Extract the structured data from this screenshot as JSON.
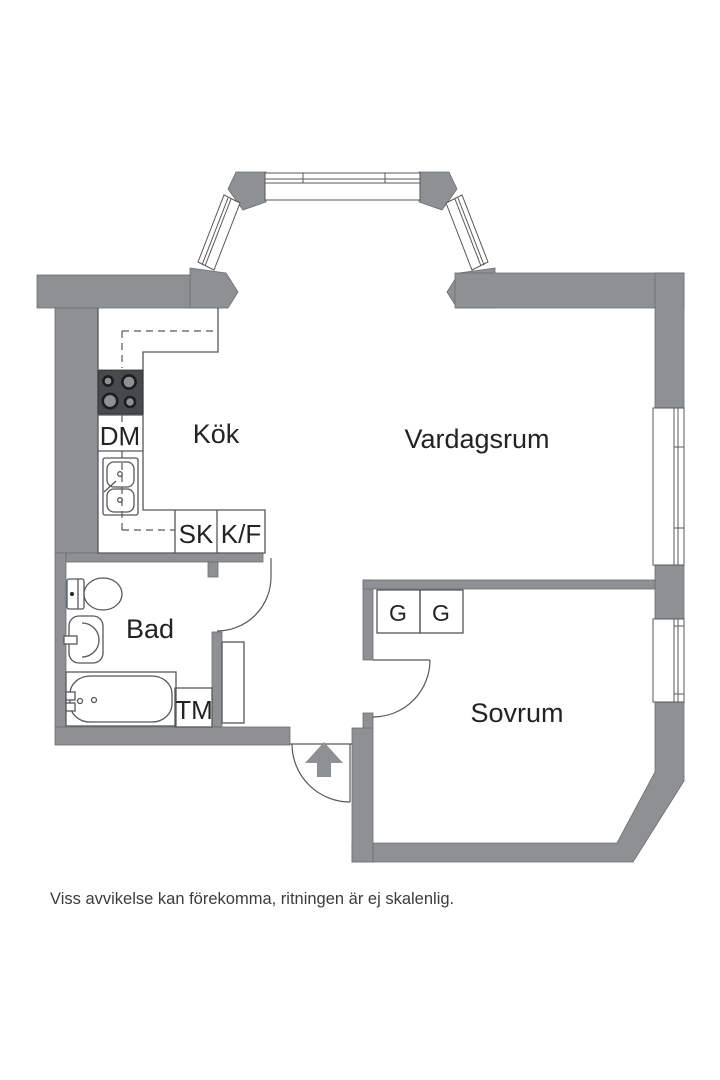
{
  "rooms": {
    "kitchen": {
      "label": "Kök"
    },
    "living_room": {
      "label": "Vardagsrum"
    },
    "bathroom": {
      "label": "Bad"
    },
    "bedroom": {
      "label": "Sovrum"
    }
  },
  "appliances": {
    "dishwasher": {
      "label": "DM"
    },
    "closet": {
      "label": "SK"
    },
    "fridge_freezer": {
      "label": "K/F"
    },
    "washing_machine": {
      "label": "TM"
    },
    "wardrobe_left": {
      "label": "G"
    },
    "wardrobe_right": {
      "label": "G"
    }
  },
  "footer": {
    "disclaimer": "Viss avvikelse kan förekomma, ritningen är ej skalenlig."
  },
  "colors": {
    "wall": "#8e9194",
    "line": "#55585b",
    "stove": "#48494b",
    "text": "#232323",
    "background": "#ffffff"
  }
}
